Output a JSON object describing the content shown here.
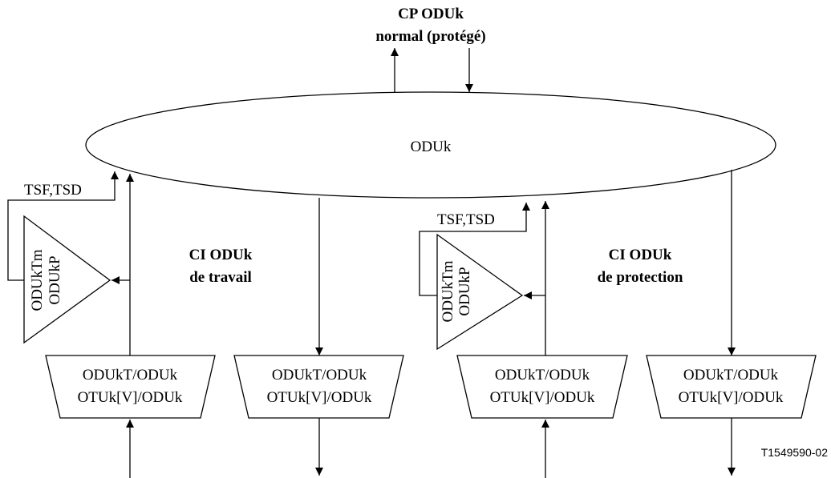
{
  "cp_label": {
    "line1": "CP ODUk",
    "line2": "normal (protégé)"
  },
  "ellipse_label": "ODUk",
  "left": {
    "status_signals": "TSF,TSD",
    "monitor_line1": "ODUkTm",
    "monitor_line2": "ODUkP",
    "ci_line1": "CI ODUk",
    "ci_line2": "de travail"
  },
  "right": {
    "status_signals": "TSF,TSD",
    "monitor_line1": "ODUkTm",
    "monitor_line2": "ODUkP",
    "ci_line1": "CI ODUk",
    "ci_line2": "de protection"
  },
  "adaptation_blocks": [
    {
      "line1": "ODUkT/ODUk",
      "line2": "OTUk[V]/ODUk"
    },
    {
      "line1": "ODUkT/ODUk",
      "line2": "OTUk[V]/ODUk"
    },
    {
      "line1": "ODUkT/ODUk",
      "line2": "OTUk[V]/ODUk"
    },
    {
      "line1": "ODUkT/ODUk",
      "line2": "OTUk[V]/ODUk"
    }
  ],
  "figure_id": "T1549590-02"
}
